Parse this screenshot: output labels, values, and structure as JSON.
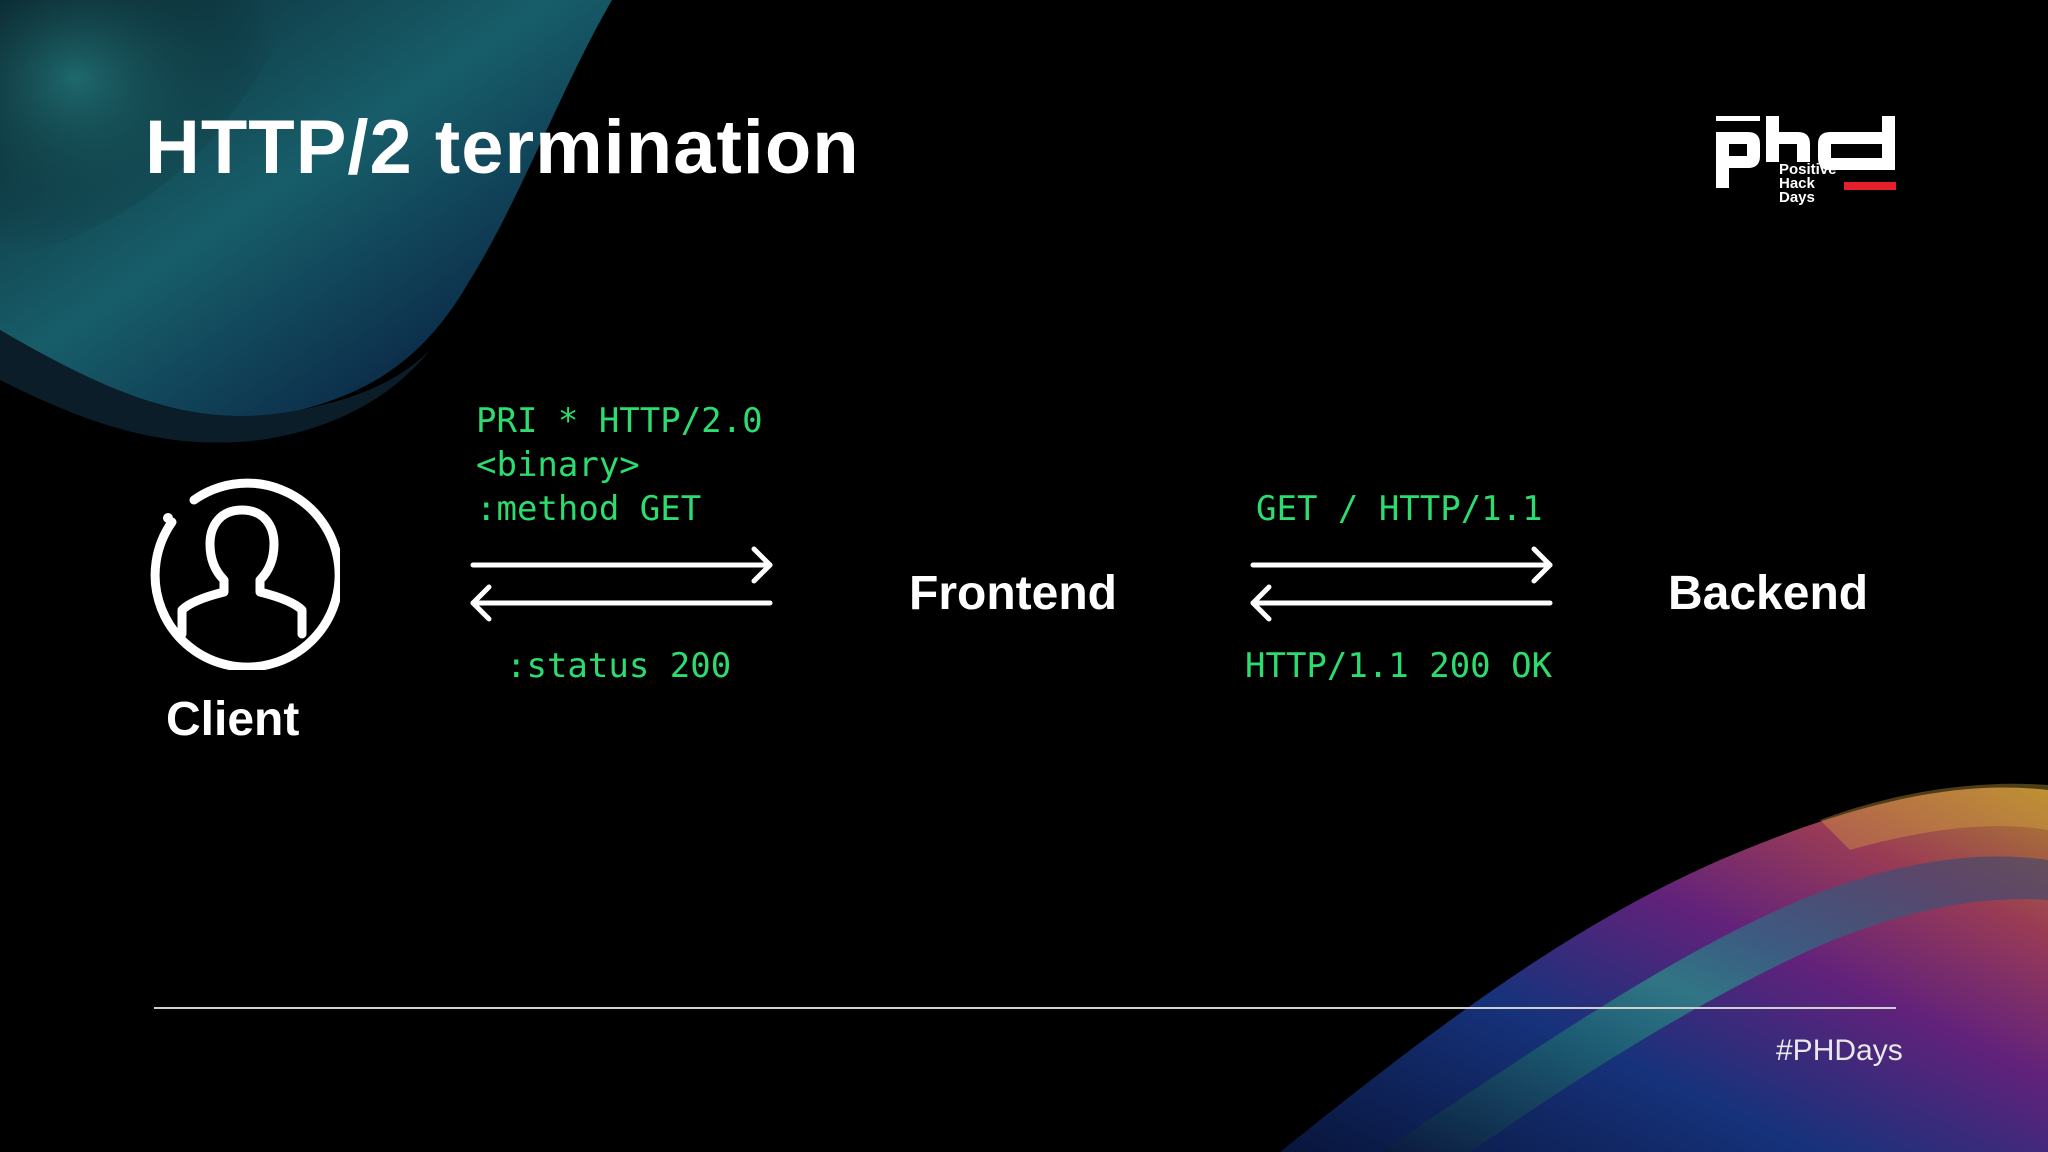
{
  "slide": {
    "title": "HTTP/2 termination",
    "hashtag": "#PHDays"
  },
  "logo": {
    "mark": "phd",
    "words": [
      "Positive",
      "Hack",
      "Days"
    ],
    "accent_color": "#e3202b"
  },
  "diagram": {
    "nodes": {
      "client": "Client",
      "frontend": "Frontend",
      "backend": "Backend"
    },
    "client_icon": "user-circle-icon",
    "left_link": {
      "request_lines": [
        "PRI * HTTP/2.0",
        "<binary>",
        ":method GET"
      ],
      "response": ":status 200"
    },
    "right_link": {
      "request": "GET / HTTP/1.1",
      "response": "HTTP/1.1 200 OK"
    },
    "code_color": "#2ddc6e"
  }
}
